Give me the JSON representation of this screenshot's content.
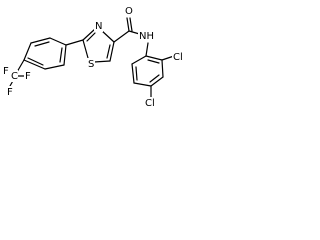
{
  "molecule": {
    "atoms": {
      "F1": "F",
      "F2": "F",
      "F3": "F",
      "C": "C",
      "S": "S",
      "N_thiazole": "N",
      "O": "O",
      "NH": "NH",
      "Cl1": "Cl",
      "Cl2": "Cl"
    }
  }
}
